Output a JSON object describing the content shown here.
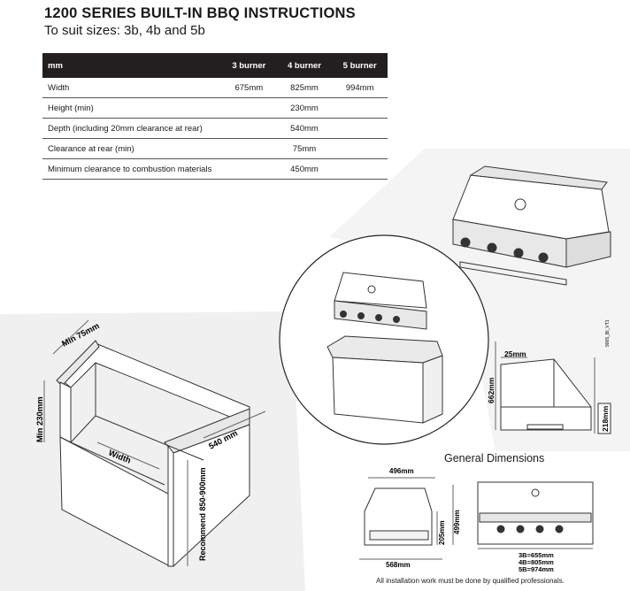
{
  "title": "1200 SERIES BUILT-IN BBQ INSTRUCTIONS",
  "subtitle": "To suit sizes:  3b, 4b and 5b",
  "table": {
    "headers": [
      "mm",
      "3 burner",
      "4 burner",
      "5 burner"
    ],
    "rows": [
      {
        "label": "Width",
        "b3": "675mm",
        "b4": "825mm",
        "b5": "994mm"
      },
      {
        "label": "Height (min)",
        "b3": "",
        "b4": "230mm",
        "b5": ""
      },
      {
        "label": "Depth (including 20mm clearance at rear)",
        "b3": "",
        "b4": "540mm",
        "b5": ""
      },
      {
        "label": "Clearance at rear (min)",
        "b3": "",
        "b4": "75mm",
        "b5": ""
      },
      {
        "label": "Minimum clearance to combustion materials",
        "b3": "",
        "b4": "450mm",
        "b5": ""
      }
    ]
  },
  "cavity": {
    "min_rear": "Min 75mm",
    "min_height": "Min 230mm",
    "width": "Width",
    "depth": "540 mm",
    "recommend": "Recommend 850-900mm"
  },
  "side_view": {
    "top": "25mm",
    "height": "662mm",
    "below": "218mm",
    "ref": "9005_BI_VT1"
  },
  "general_dimensions": {
    "heading": "General Dimensions",
    "depth_top": "496mm",
    "depth_bottom": "568mm",
    "height_inner": "205mm",
    "height_total": "499mm",
    "widths": [
      "3B=655mm",
      "4B=805mm",
      "5B=974mm"
    ]
  },
  "footer": "All installation work must be done by qualified professionals."
}
